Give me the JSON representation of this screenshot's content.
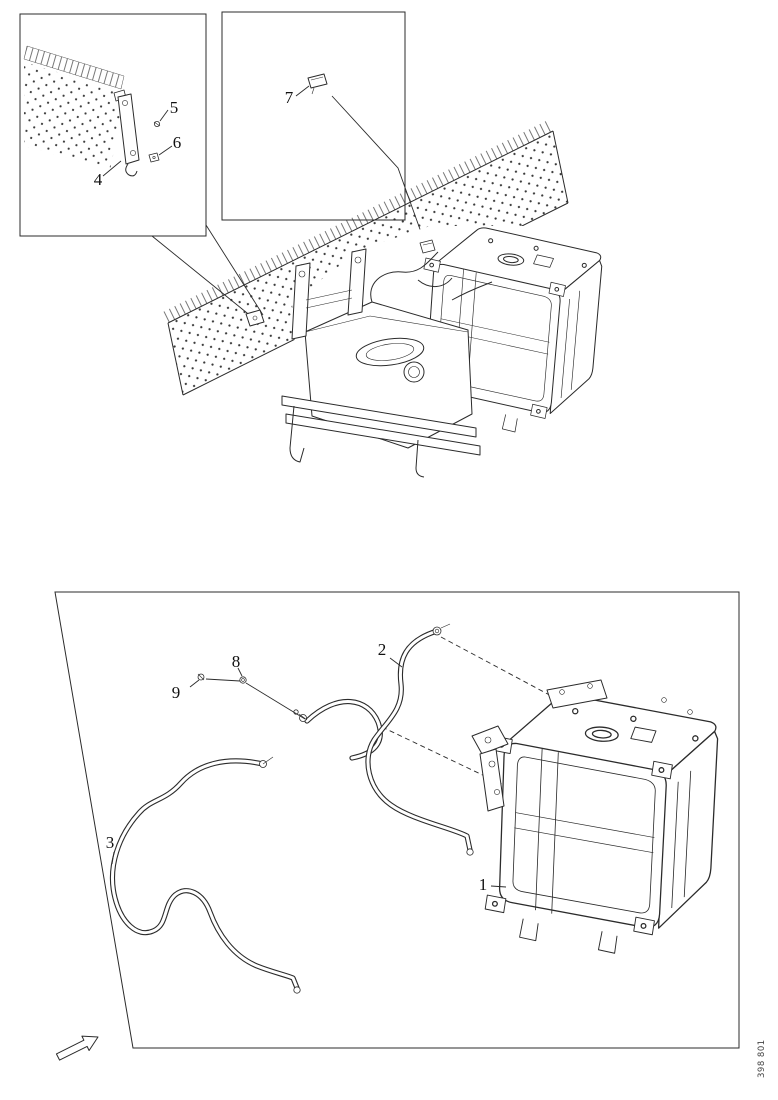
{
  "figure_code": "398 801",
  "callouts": {
    "part1": "1",
    "part2": "2",
    "part3": "3",
    "part4": "4",
    "part5": "5",
    "part6": "6",
    "part7": "7",
    "part8": "8",
    "part9": "9"
  },
  "colors": {
    "line": "#2b2b2b",
    "background": "#ffffff"
  },
  "icons": {
    "direction_arrow": "hollow-arrow-up-right"
  }
}
